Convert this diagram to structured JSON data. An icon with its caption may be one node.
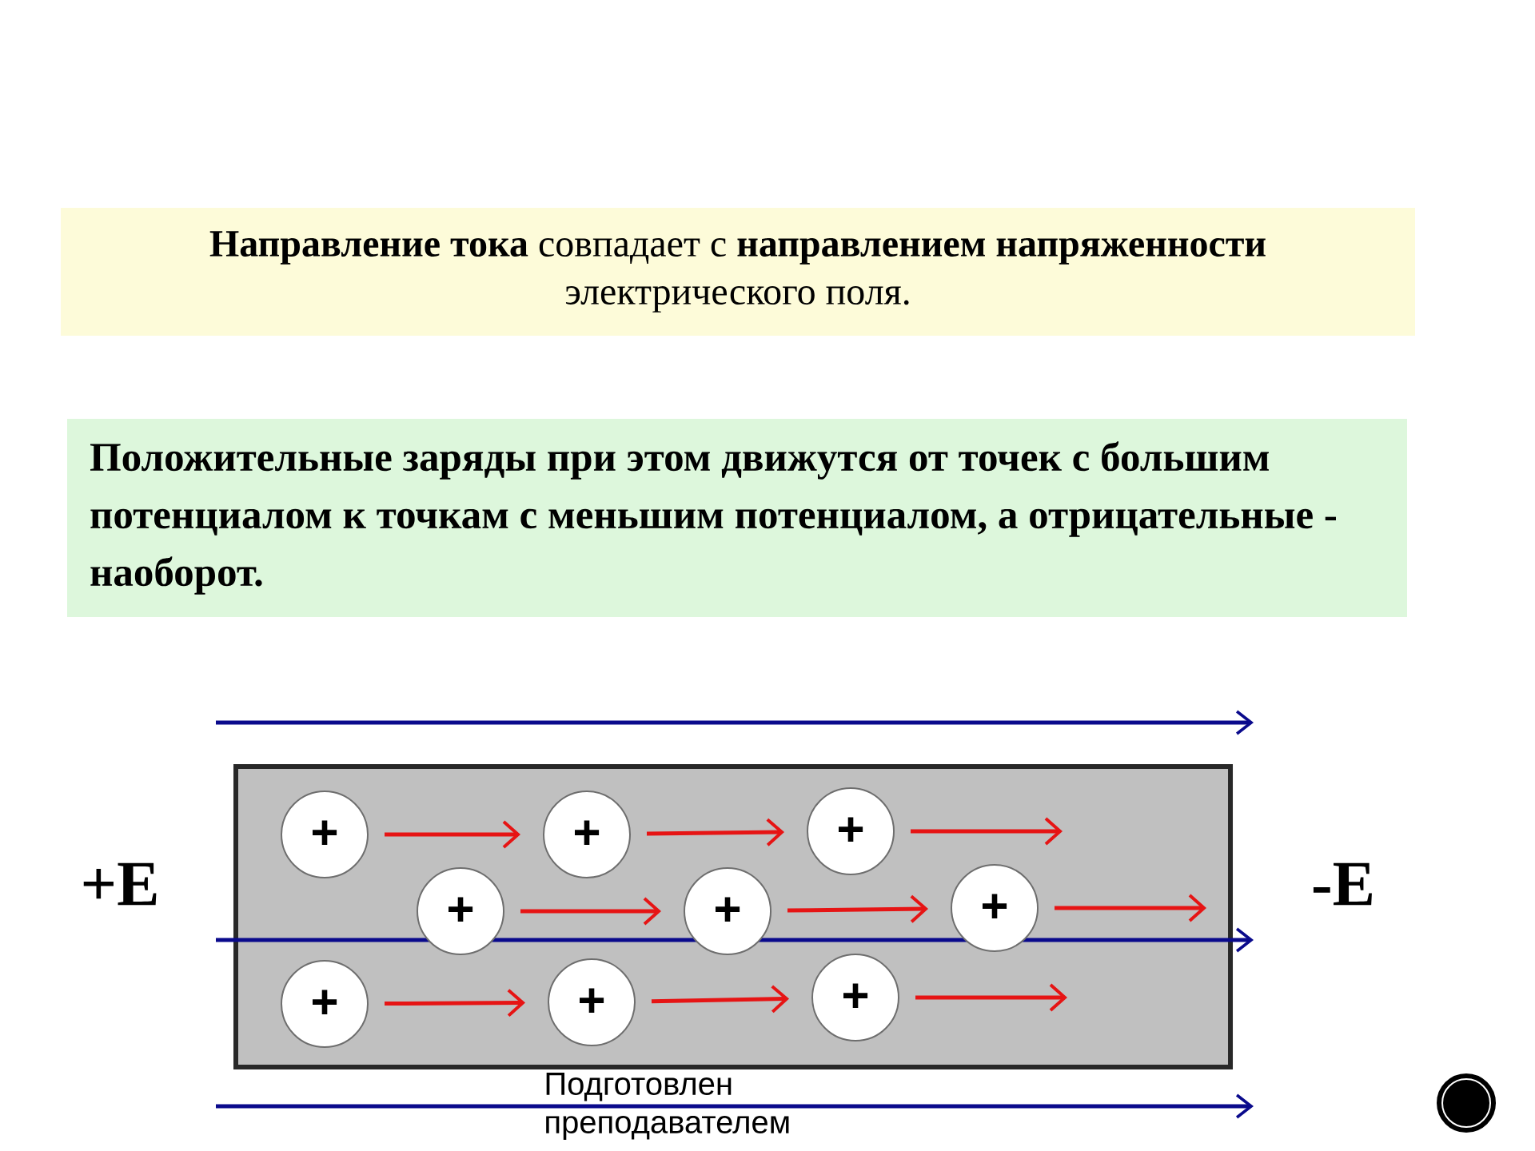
{
  "diagram": {
    "nodes": [
      {
        "text": [
          "**Направление тока** совпадает с **направлением напряженности** электрического поля."
        ]
      },
      {
        "text": [
          "Положительные заряды при этом движутся от точек с большим потенциалом к точкам с меньшим потенциалом, а отрицательные - наоборот."
        ]
      },
      {
        "text": [],
        "shape": "box"
      },
      {
        "text": [
          "+"
        ],
        "in": 2
      },
      {
        "text": [
          "+"
        ],
        "in": 2
      },
      {
        "text": [
          "+"
        ],
        "in": 2
      },
      {
        "text": [
          "+"
        ],
        "in": 2
      },
      {
        "text": [
          "+"
        ],
        "in": 2
      },
      {
        "text": [
          "+"
        ],
        "in": 2
      },
      {
        "text": [
          "+"
        ],
        "in": 2
      },
      {
        "text": [
          "+"
        ],
        "in": 2
      },
      {
        "text": [
          "+"
        ],
        "in": 2
      }
    ],
    "edges": [
      {
        "from": 3,
        "to": 4,
        "arrow": "to"
      },
      {
        "from": 4,
        "to": 5,
        "arrow": "to"
      },
      {
        "from": 5,
        "to": null,
        "arrow": "to"
      },
      {
        "from": 6,
        "to": 7,
        "arrow": "to"
      },
      {
        "from": 7,
        "to": 8,
        "arrow": "to"
      },
      {
        "from": 8,
        "to": null,
        "arrow": "to"
      },
      {
        "from": 9,
        "to": 10,
        "arrow": "to"
      },
      {
        "from": 10,
        "to": 11,
        "arrow": "to"
      },
      {
        "from": 11,
        "to": null,
        "arrow": "to"
      }
    ],
    "labels": [
      "+E",
      "-E",
      "Подготовлен преподавателем"
    ]
  }
}
